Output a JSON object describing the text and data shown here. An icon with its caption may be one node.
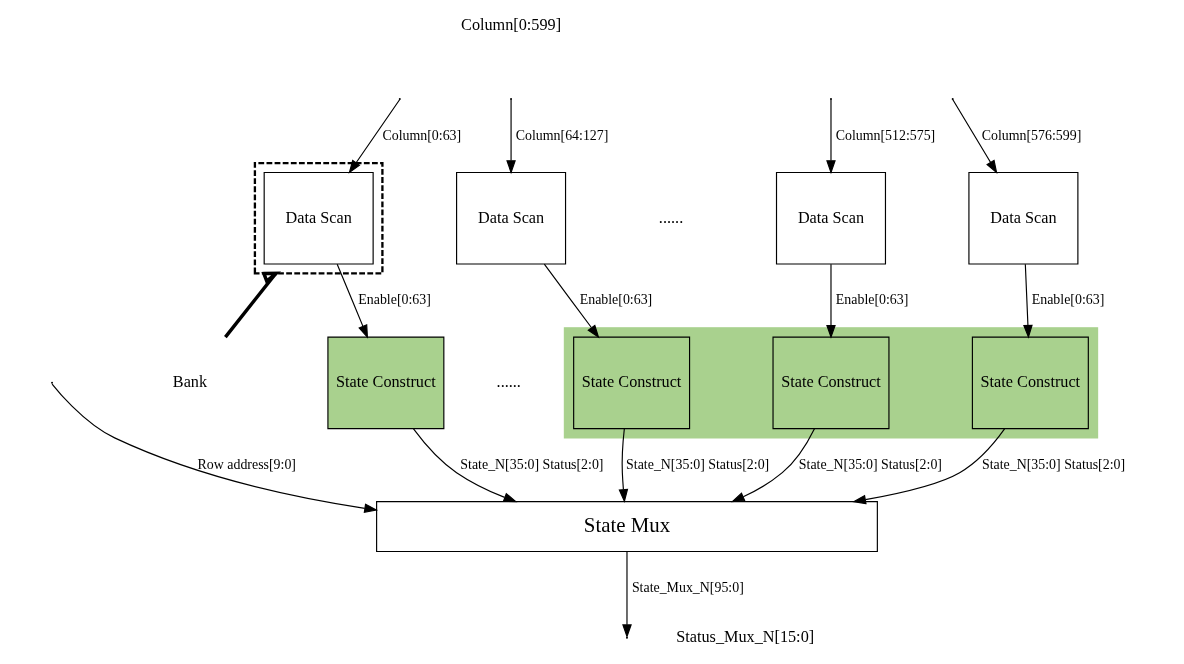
{
  "diagram": {
    "nodes": [
      {
        "text": [],
        "shape": "box"
      },
      {
        "text": [
          "Data Scan"
        ],
        "in": 0
      },
      {
        "text": [
          "Data Scan"
        ]
      },
      {
        "text": [
          "Data Scan"
        ]
      },
      {
        "text": [
          "Data Scan"
        ]
      },
      {
        "text": [
          "Bank"
        ]
      },
      {
        "text": [],
        "shape": "band"
      },
      {
        "text": [
          "State Construct"
        ]
      },
      {
        "text": [
          "State Construct"
        ],
        "in": 6
      },
      {
        "text": [
          "State Construct"
        ],
        "in": 6
      },
      {
        "text": [
          "State Construct"
        ],
        "in": 6
      },
      {
        "text": [
          "State Mux"
        ]
      }
    ],
    "edges": [
      {
        "from": null,
        "to": 1,
        "arrow": "to",
        "label": "Column[0:63]"
      },
      {
        "from": null,
        "to": 2,
        "arrow": "to",
        "label": "Column[64:127]"
      },
      {
        "from": null,
        "to": 3,
        "arrow": "to",
        "label": "Column[512:575]"
      },
      {
        "from": null,
        "to": 4,
        "arrow": "to",
        "label": "Column[576:599]"
      },
      {
        "from": 5,
        "to": 0,
        "arrow": "to",
        "style": "thick"
      },
      {
        "from": 1,
        "to": 7,
        "arrow": "to",
        "label": "Enable[0:63]"
      },
      {
        "from": 2,
        "to": 8,
        "arrow": "to",
        "label": "Enable[0:63]"
      },
      {
        "from": 3,
        "to": 9,
        "arrow": "to",
        "label": "Enable[0:63]"
      },
      {
        "from": 4,
        "to": 10,
        "arrow": "to",
        "label": "Enable[0:63]"
      },
      {
        "from": 7,
        "to": 11,
        "arrow": "to",
        "label": "State_N[35:0] Status[2:0]"
      },
      {
        "from": 8,
        "to": 11,
        "arrow": "to",
        "label": "State_N[35:0] Status[2:0]"
      },
      {
        "from": 9,
        "to": 11,
        "arrow": "to",
        "label": "State_N[35:0] Status[2:0]"
      },
      {
        "from": 10,
        "to": 11,
        "arrow": "to",
        "label": "State_N[35:0] Status[2:0]"
      },
      {
        "from": null,
        "to": 11,
        "arrow": "to",
        "label": "Row address[9:0]"
      },
      {
        "from": 11,
        "to": null,
        "arrow": "to",
        "label": "State_Mux_N[95:0]"
      }
    ],
    "labels": [
      "Column[0:599]",
      "......",
      "......",
      "Status_Mux_N[15:0]"
    ]
  }
}
